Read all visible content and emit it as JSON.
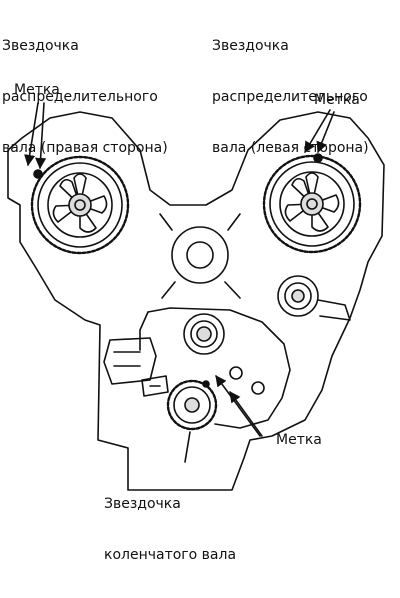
{
  "labels": {
    "camshaft_sprocket_right": [
      "Звездочка",
      "распределительного",
      "вала (правая сторона)"
    ],
    "camshaft_sprocket_left": [
      "Звездочка",
      "распределительного",
      "вала (левая сторона)"
    ],
    "mark_right": "Метка",
    "mark_left": "Метка",
    "mark_crank": "Метка",
    "crankshaft_sprocket": [
      "Звездочка",
      "коленчатого вала"
    ]
  },
  "colors": {
    "ink": "#111111",
    "paper": "#ffffff",
    "shade": "#dddddd"
  }
}
